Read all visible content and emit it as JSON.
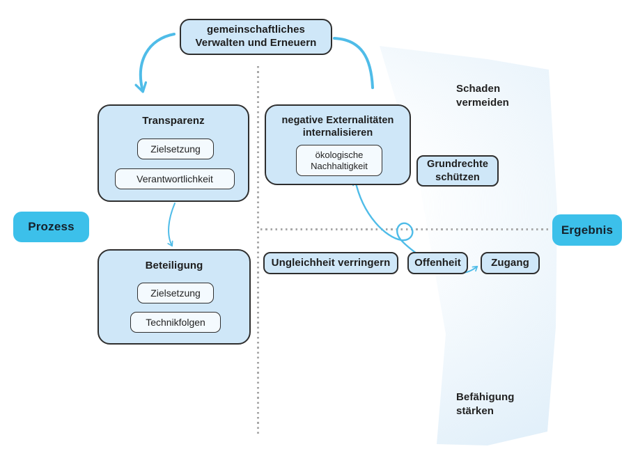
{
  "diagram": {
    "top_node": "gemeinschaftliches Verwalten und Erneuern",
    "axis": {
      "process": "Prozess",
      "result": "Ergebnis"
    },
    "quadrant_labels": {
      "avoid_harm": "Schaden vermeiden",
      "strengthen_capability": "Befähigung stärken"
    },
    "groups": [
      {
        "title": "Transparenz",
        "items": [
          "Zielsetzung",
          "Verantwortlichkeit"
        ]
      },
      {
        "title": "Beteiligung",
        "items": [
          "Zielsetzung",
          "Technikfolgen"
        ]
      },
      {
        "title": "negative Externalitäten internalisieren",
        "items": [
          "ökologische Nachhaltigkeit"
        ]
      }
    ],
    "outcome_nodes": {
      "grundrechte": "Grundrechte schützen",
      "ungleichheit": "Ungleichheit verringern",
      "offenheit": "Offenheit",
      "zugang": "Zugang"
    },
    "colors": {
      "node_fill": "#cfe7f8",
      "chip_fill": "#f4fafe",
      "border": "#2e2e2e",
      "accent_pill": "#3cc0ea",
      "arrow": "#4fbce8",
      "divider_dots": "#a8a8a8",
      "background_wash": "#d9ebf8",
      "text": "#1d1d1d"
    }
  }
}
